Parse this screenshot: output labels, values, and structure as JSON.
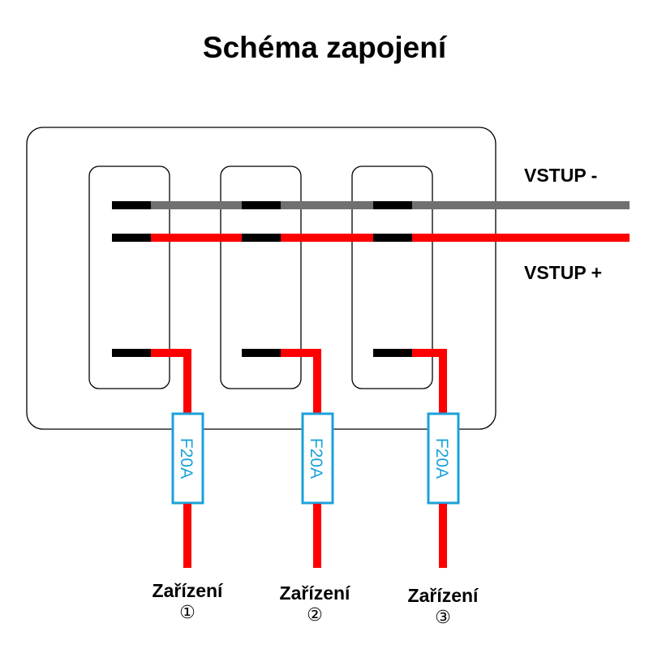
{
  "title": "Schéma zapojení",
  "inputs": {
    "negative_label": "VSTUP -",
    "positive_label": "VSTUP +"
  },
  "colors": {
    "negative_wire": "#707070",
    "positive_wire": "#ff0000",
    "terminal": "#000000",
    "fuse": "#1ba1d9",
    "outline": "#000000"
  },
  "switches": [
    {
      "id": 1,
      "fuse_label": "F20A",
      "device_label": "Zařízení",
      "device_number": "①"
    },
    {
      "id": 2,
      "fuse_label": "F20A",
      "device_label": "Zařízení",
      "device_number": "②"
    },
    {
      "id": 3,
      "fuse_label": "F20A",
      "device_label": "Zařízení",
      "device_number": "③"
    }
  ]
}
